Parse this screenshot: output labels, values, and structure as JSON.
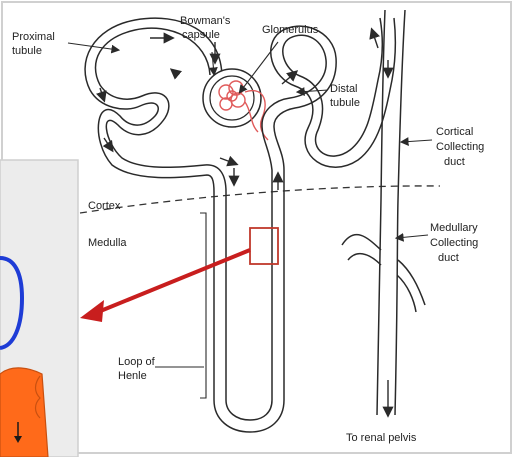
{
  "labels": {
    "proximal_tubule": [
      "Proximal",
      "tubule"
    ],
    "bowmans_capsule": [
      "Bowman's",
      "capsule"
    ],
    "glomerulus": "Glomerulus",
    "distal_tubule": [
      "Distal",
      "tubule"
    ],
    "cortical_collecting_duct": [
      "Cortical",
      "Collecting",
      "duct"
    ],
    "cortex": "Cortex",
    "medulla": "Medulla",
    "medullary_collecting_duct": [
      "Medullary",
      "Collecting",
      "duct"
    ],
    "loop_of_henle": [
      "Loop of",
      "Henle"
    ],
    "to_renal_pelvis": "To renal pelvis"
  },
  "colors": {
    "nephron_outline": "#2a2a2a",
    "highlight_box": "#c0392b",
    "pointer_arrow": "#c81e1e",
    "glomerulus_capillary": "#e05a5a",
    "inset_blue_stroke": "#1e3cd6",
    "inset_orange_fill": "#ff6a1a"
  }
}
